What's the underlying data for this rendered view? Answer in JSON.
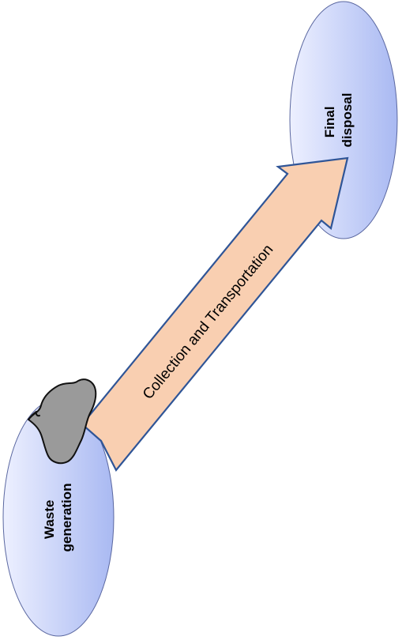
{
  "diagram": {
    "nodes": [
      {
        "id": "final-disposal",
        "lines": [
          "Final",
          "disposal"
        ]
      },
      {
        "id": "waste-generation",
        "lines": [
          "Waste",
          "generation"
        ]
      }
    ],
    "arrow": {
      "label": "Collection and Transportation",
      "from": "waste-generation",
      "to": "final-disposal"
    },
    "waste_bag_icon": "garbage-bag-icon",
    "colors": {
      "node_fill_light": "#edf0ff",
      "node_fill_dark": "#a9b9f2",
      "node_stroke": "#5a67a0",
      "arrow_fill": "#f9cfb1",
      "arrow_stroke": "#2f5597",
      "bag_fill": "#9a9a9a",
      "bag_stroke": "#111111"
    }
  }
}
